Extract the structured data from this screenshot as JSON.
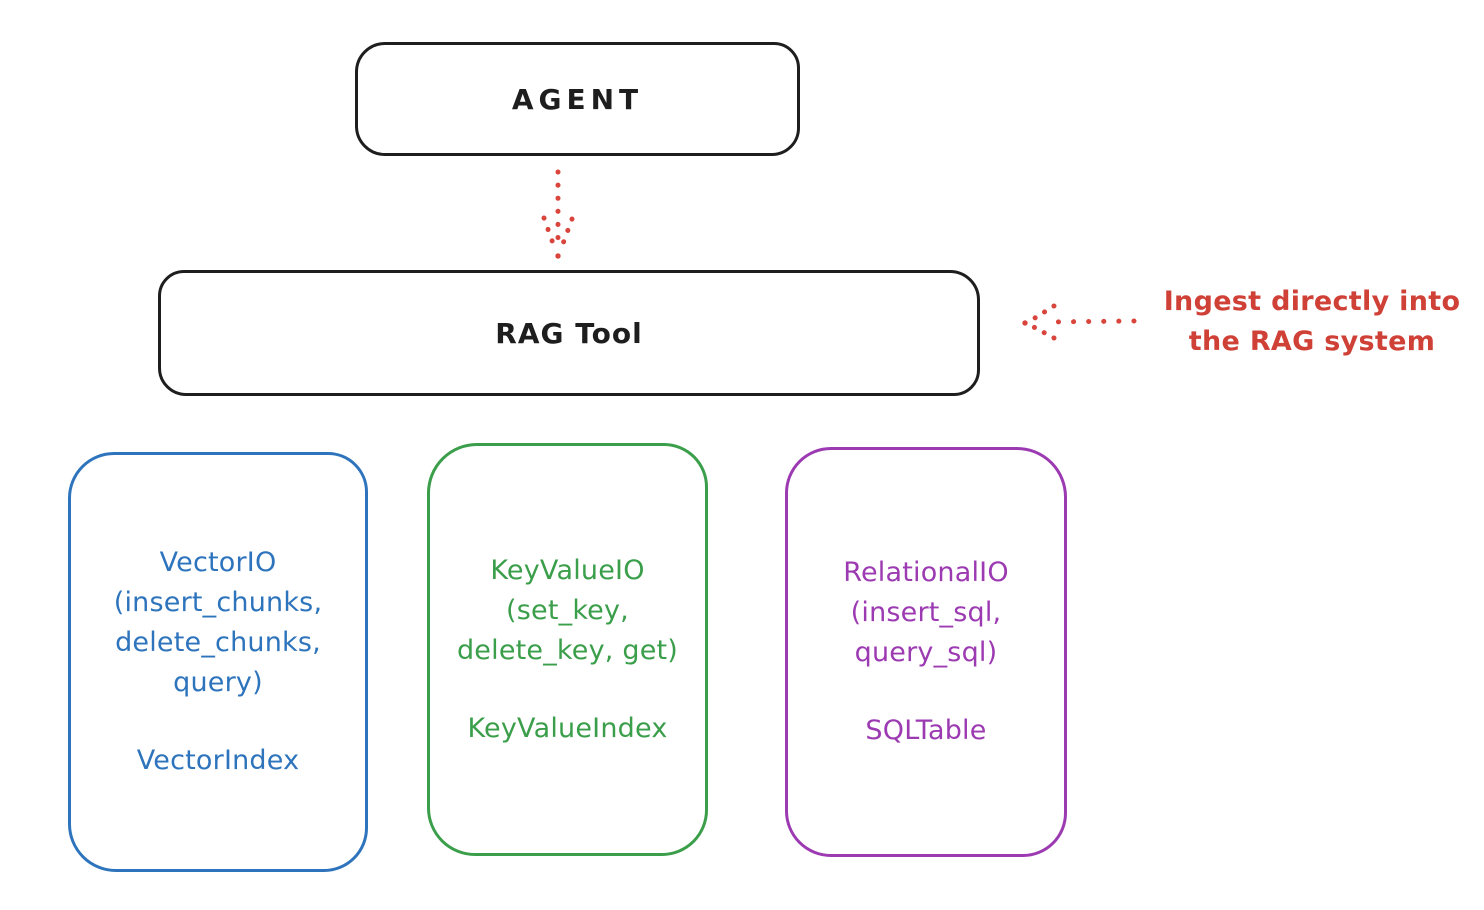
{
  "nodes": {
    "agent": {
      "label": "AGENT"
    },
    "rag_tool": {
      "label": "RAG Tool"
    }
  },
  "annotation": {
    "text": "Ingest directly into\nthe RAG system"
  },
  "backends": [
    {
      "io_text": "VectorIO\n(insert_chunks,\ndelete_chunks,\nquery)",
      "index_label": "VectorIndex",
      "color": "#2e74bc"
    },
    {
      "io_text": "KeyValueIO\n(set_key,\ndelete_key, get)",
      "index_label": "KeyValueIndex",
      "color": "#3a9e4a"
    },
    {
      "io_text": "RelationalIO\n(insert_sql,\nquery_sql)",
      "index_label": "SQLTable",
      "color": "#9c3ab2"
    }
  ],
  "colors": {
    "background": "#ffffff",
    "node_stroke": "#1e1e1e",
    "accent_red": "#cf4036",
    "vector_blue": "#2e74bc",
    "keyvalue_green": "#3a9e4a",
    "relational_purple": "#9c3ab2"
  }
}
